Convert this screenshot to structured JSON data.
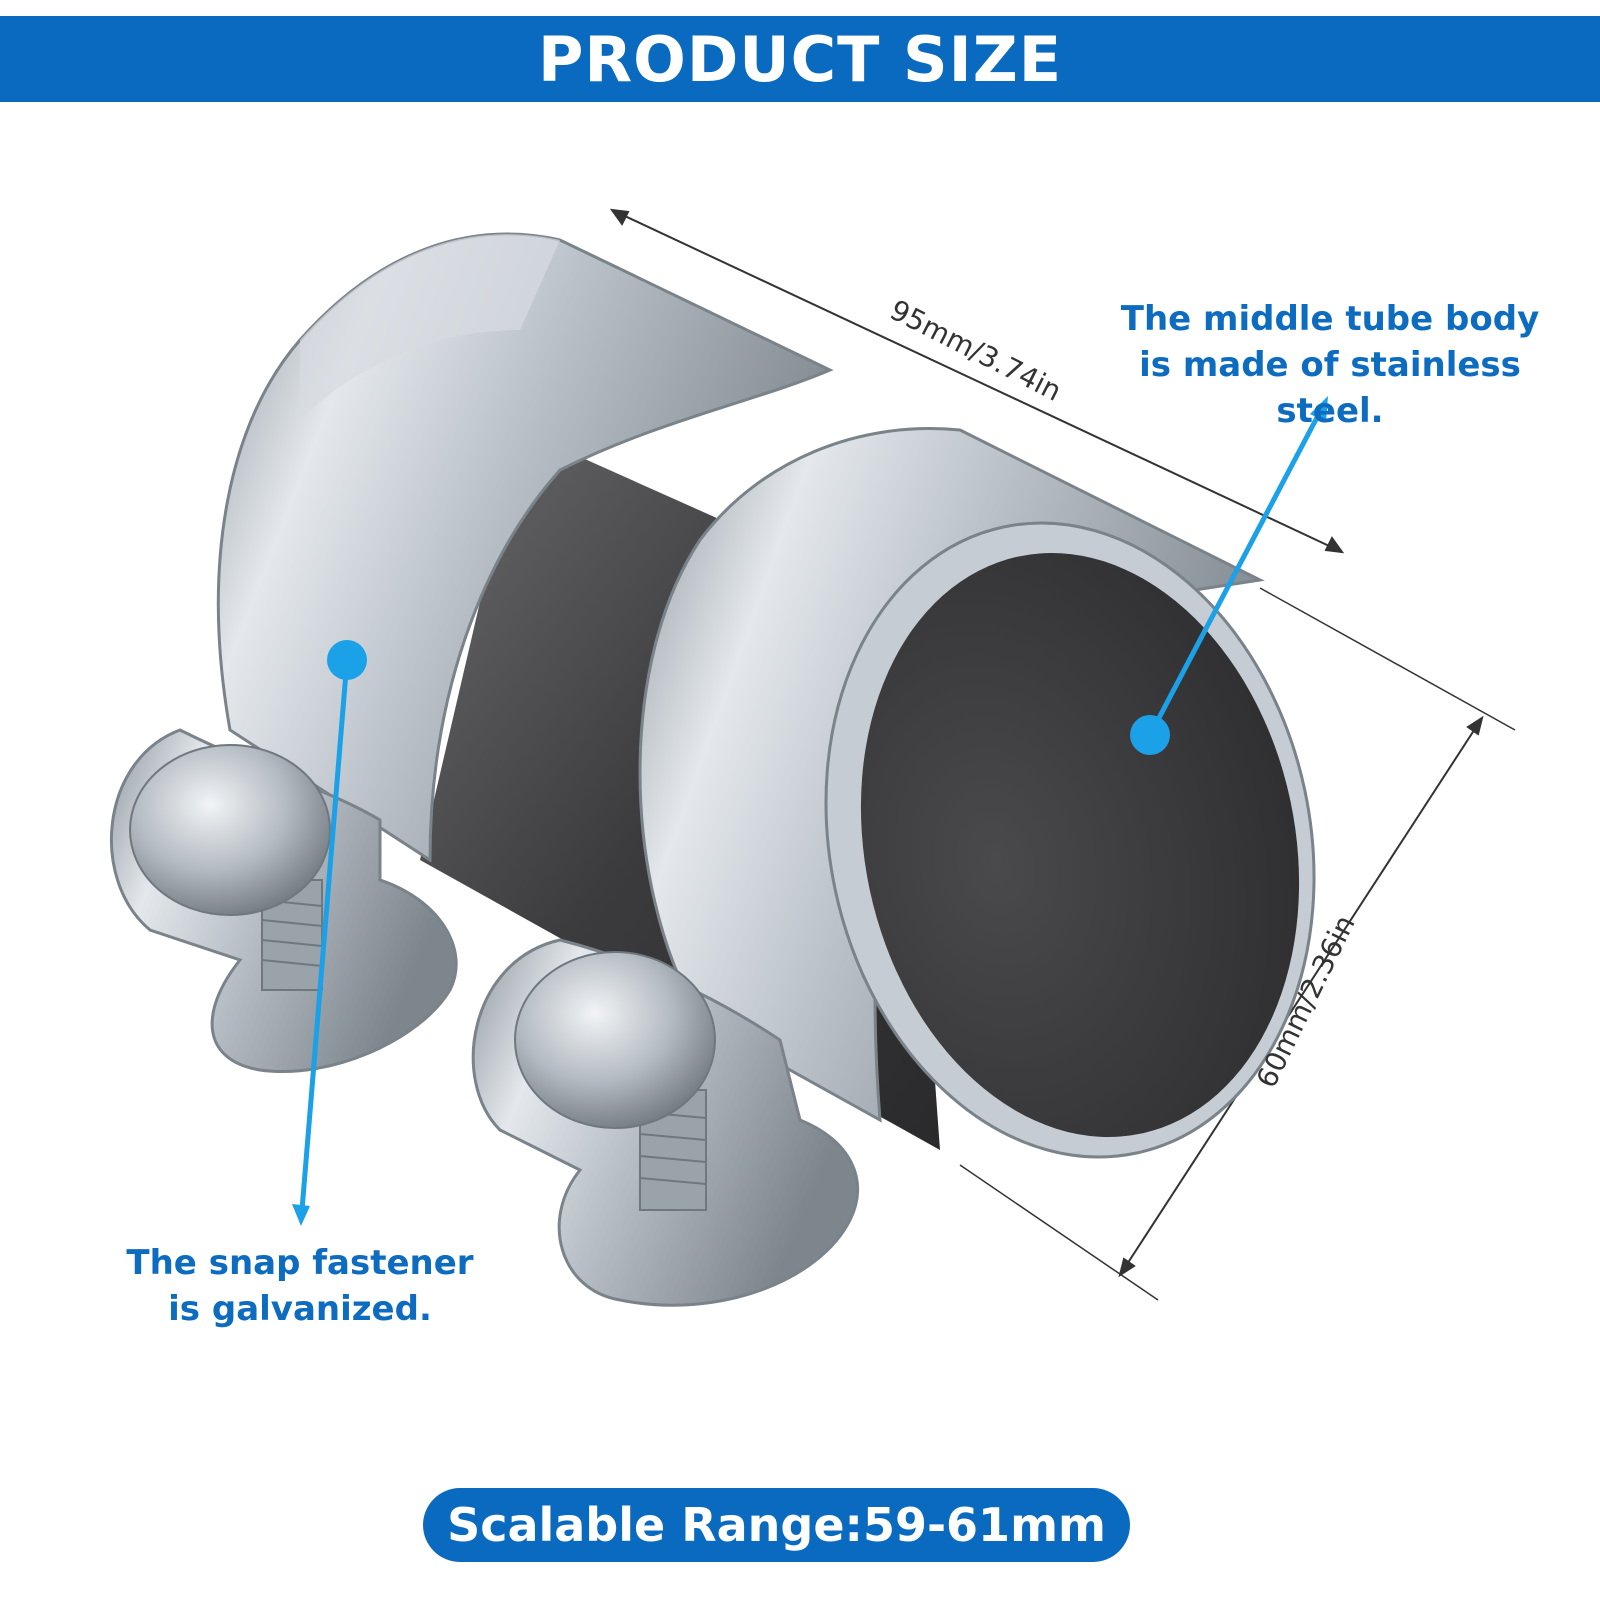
{
  "header": {
    "title": "PRODUCT SIZE"
  },
  "dimensions": {
    "length_label": "95mm/3.74in",
    "diameter_label": "60mm/2.36in"
  },
  "callouts": {
    "tube_body": "The middle tube body is made of stainless steel.",
    "fastener_line1": "The snap fastener",
    "fastener_line2": "is galvanized."
  },
  "footer": {
    "range_text": "Scalable Range:59-61mm"
  },
  "colors": {
    "brand_blue": "#0a6abf",
    "callout_blue": "#0d6cc0",
    "pointer_blue": "#1ba1e8",
    "steel": "#b9c1c9",
    "tube_dark": "#3f3f41"
  },
  "icons": [
    "bolt-icon",
    "dimension-arrow-icon",
    "callout-pointer-icon"
  ]
}
